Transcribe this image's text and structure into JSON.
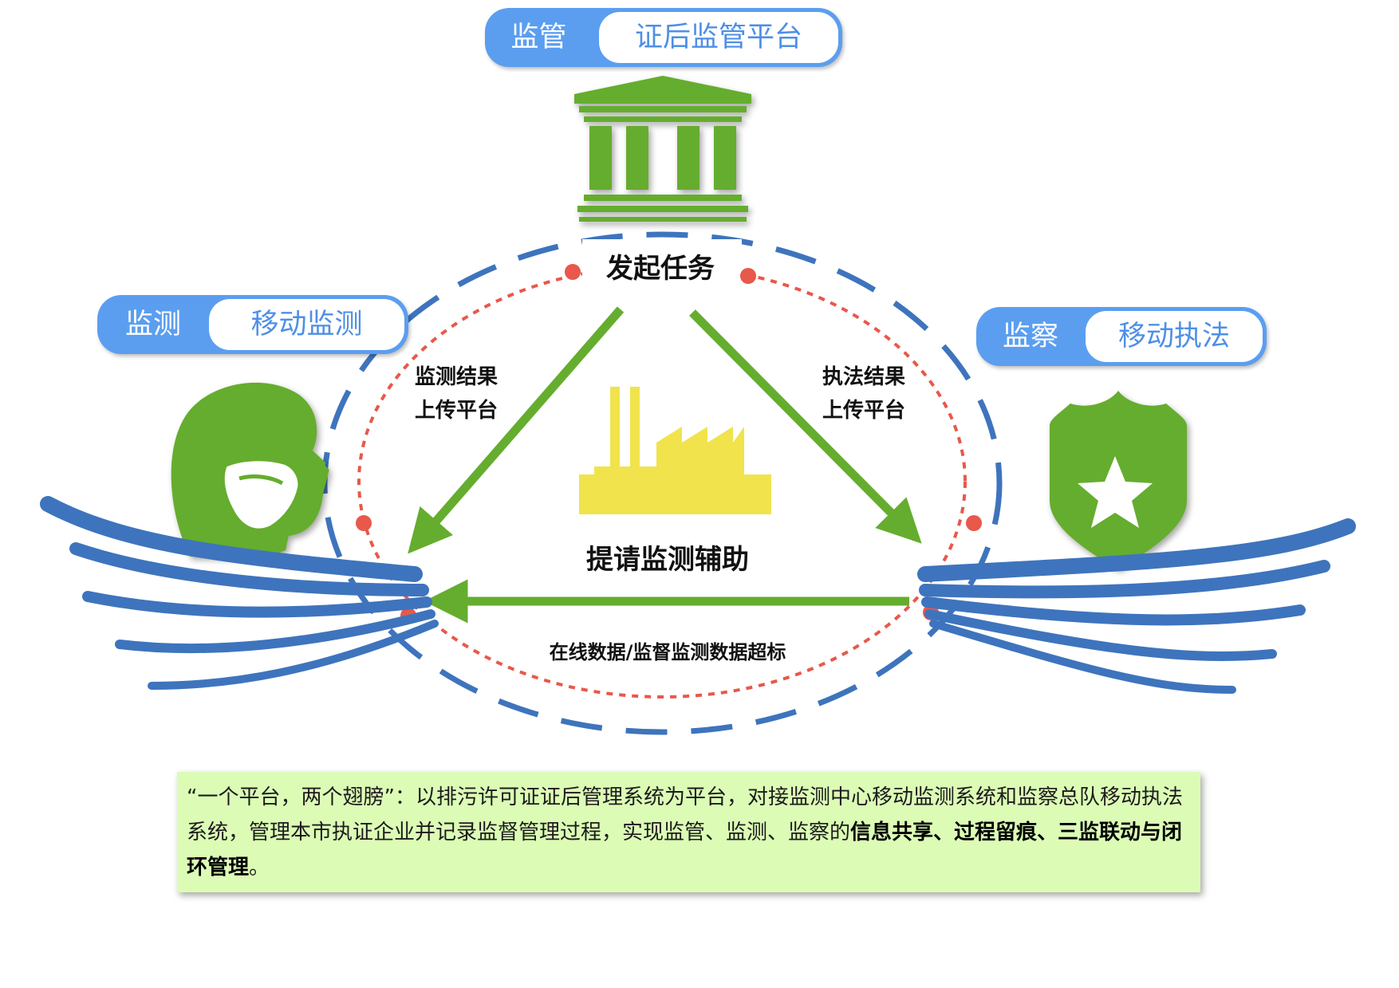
{
  "top_node": {
    "role": "监管",
    "system": "证后监管平台",
    "action": "发起任务"
  },
  "left_node": {
    "role": "监测",
    "system": "移动监测",
    "result_line1": "监测结果",
    "result_line2": "上传平台"
  },
  "right_node": {
    "role": "监察",
    "system": "移动执法",
    "result_line1": "执法结果",
    "result_line2": "上传平台"
  },
  "center": {
    "request": "提请监测辅助",
    "bottom_flow": "在线数据/监督监测数据超标"
  },
  "summary": {
    "text": "“一个平台，两个翅膀”：以排污许可证证后管理系统为平台，对接监测中心移动监测系统和监察总队移动执法系统，管理本市执证企业并记录监督管理过程，实现监管、监测、监察的",
    "highlight": "信息共享、过程留痕、三监联动与闭环管理",
    "end": "。"
  },
  "colors": {
    "green": "#65ad2e",
    "blue": "#3e74bd",
    "pill_blue": "#5b9ef0",
    "red_dots": "#e8584b",
    "factory_yellow": "#f0e34c",
    "summary_bg": "#dcfcb6"
  },
  "icons": [
    "government-building-icon",
    "masked-person-icon",
    "police-shield-icon",
    "factory-icon",
    "wing-icon"
  ]
}
